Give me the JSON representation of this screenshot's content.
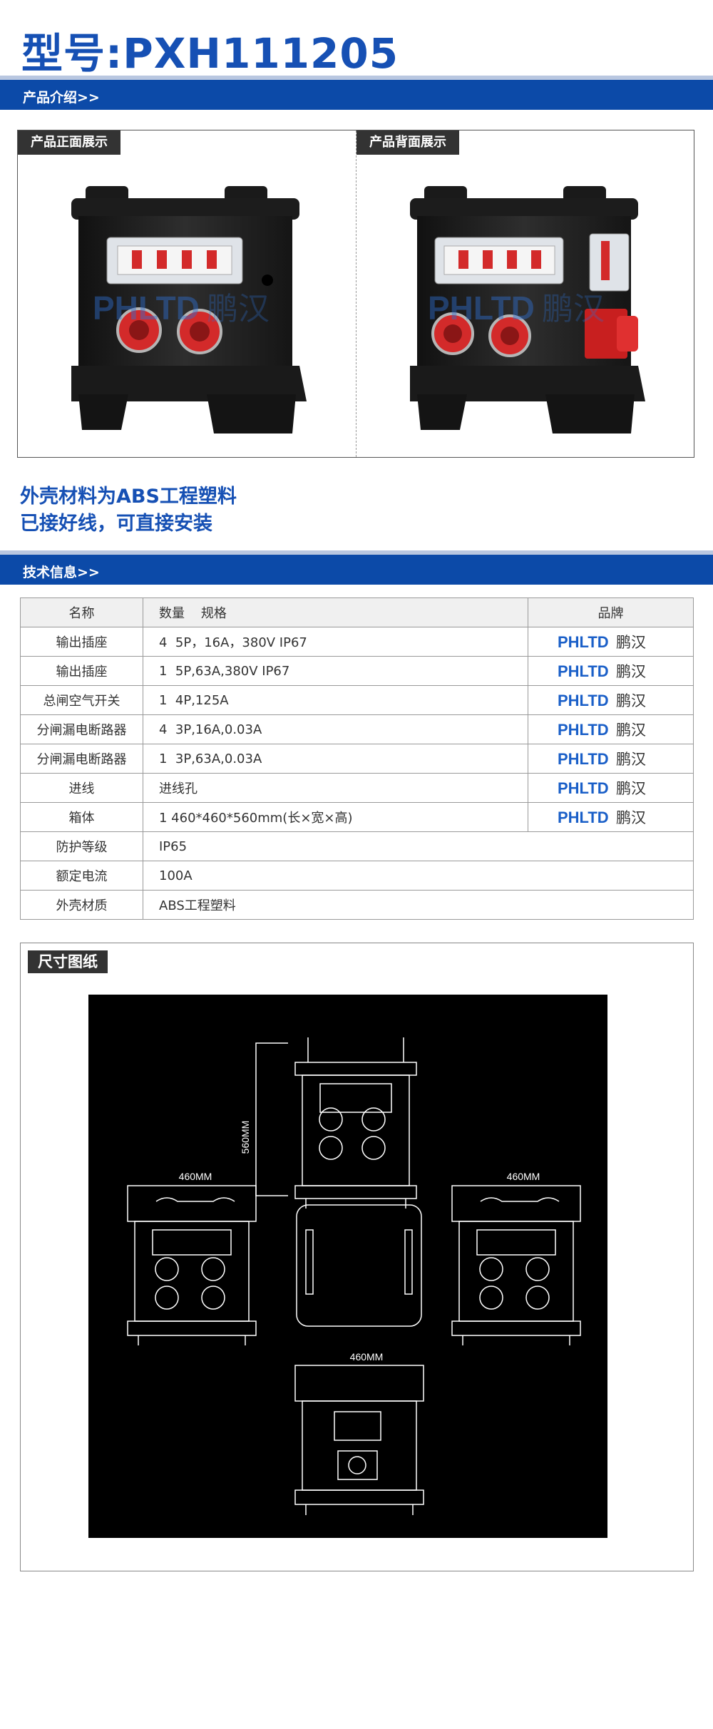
{
  "header": {
    "model_title": "型号:PXH111205"
  },
  "section1": {
    "title": "产品介绍>>"
  },
  "photos": {
    "front_label": "产品正面展示",
    "back_label": "产品背面展示"
  },
  "description": {
    "line1": "外壳材料为ABS工程塑料",
    "line2": "已接好线，可直接安装"
  },
  "section2": {
    "title": "技术信息>>"
  },
  "table": {
    "headers": {
      "name": "名称",
      "spec": "数量    规格",
      "brand": "品牌"
    },
    "rows": [
      {
        "name": "输出插座",
        "spec": "4  5P，16A，380V IP67"
      },
      {
        "name": "输出插座",
        "spec": "1  5P,63A,380V IP67"
      },
      {
        "name": "总闸空气开关",
        "spec": "1  4P,125A"
      },
      {
        "name": "分闸漏电断路器",
        "spec": "4  3P,16A,0.03A"
      },
      {
        "name": "分闸漏电断路器",
        "spec": "1  3P,63A,0.03A"
      },
      {
        "name": "进线",
        "spec": "进线孔"
      },
      {
        "name": "箱体",
        "spec": "1 460*460*560mm(长×宽×高)"
      },
      {
        "name": "防护等级",
        "spec": "IP65"
      },
      {
        "name": "额定电流",
        "spec": "100A"
      },
      {
        "name": "外壳材质",
        "spec": "ABS工程塑料"
      }
    ]
  },
  "brand": {
    "latin": "PHLTD",
    "cn": "鹏汉",
    "color": "#1a5fc8"
  },
  "watermark": {
    "latin": "PHLTD",
    "cn": "鹏汉"
  },
  "dimensions": {
    "title": "尺寸图纸",
    "height_label": "560MM",
    "width_label_left": "460MM",
    "width_label_right": "460MM",
    "width_label_bottom": "460MM"
  },
  "colors": {
    "accent": "#1650b4",
    "bar": "#0c4aa8",
    "label_bg": "#333333",
    "socket_red": "#d32a2a"
  }
}
